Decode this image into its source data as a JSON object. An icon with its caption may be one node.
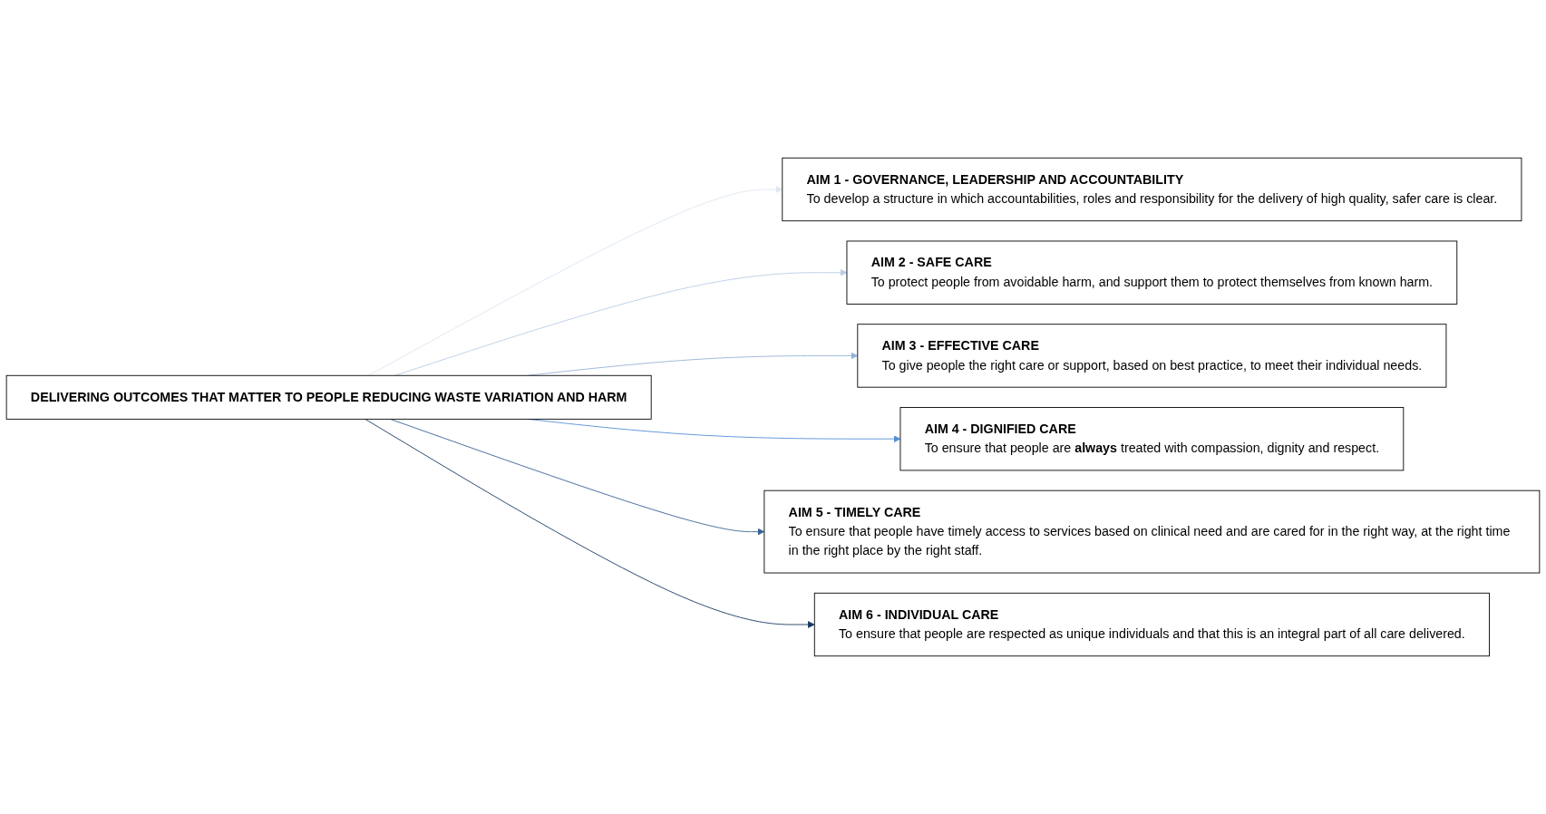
{
  "diagram": {
    "nodes": [
      {
        "text": [
          "DELIVERING OUTCOMES THAT MATTER TO PEOPLE REDUCING WASTE VARIATION AND HARM"
        ]
      },
      {
        "text": [
          "AIM 1 - GOVERNANCE, LEADERSHIP AND ACCOUNTABILITY",
          "To develop a structure in which accountabilities, roles and responsibility for the delivery of high quality, safer care is clear."
        ]
      },
      {
        "text": [
          "AIM 2 - SAFE CARE",
          "To protect people from avoidable harm, and support them to protect themselves from known harm."
        ]
      },
      {
        "text": [
          "AIM 3 - EFFECTIVE CARE",
          "To give people the right care or support, based on best practice, to meet their individual needs."
        ]
      },
      {
        "text": [
          "AIM 4 - DIGNIFIED CARE",
          "To ensure that people are **always** treated with compassion, dignity and respect."
        ]
      },
      {
        "text": [
          "AIM 5 - TIMELY CARE",
          "To ensure that people have timely access to services based on clinical need and are cared for in the right way, at the right time in the right place by the right staff."
        ]
      },
      {
        "text": [
          "AIM 6 - INDIVIDUAL CARE",
          "To ensure that people are respected as unique individuals and that this is an integral part of all care delivered."
        ]
      }
    ],
    "edges": [
      {
        "from": 0,
        "to": 1,
        "arrow": "to",
        "color": "#dce6f2"
      },
      {
        "from": 0,
        "to": 2,
        "arrow": "to",
        "color": "#b9cde5"
      },
      {
        "from": 0,
        "to": 3,
        "arrow": "to",
        "color": "#95b3d7"
      },
      {
        "from": 0,
        "to": 4,
        "arrow": "to",
        "color": "#558ed5"
      },
      {
        "from": 0,
        "to": 5,
        "arrow": "to",
        "color": "#376092"
      },
      {
        "from": 0,
        "to": 6,
        "arrow": "to",
        "color": "#17375e"
      }
    ]
  }
}
